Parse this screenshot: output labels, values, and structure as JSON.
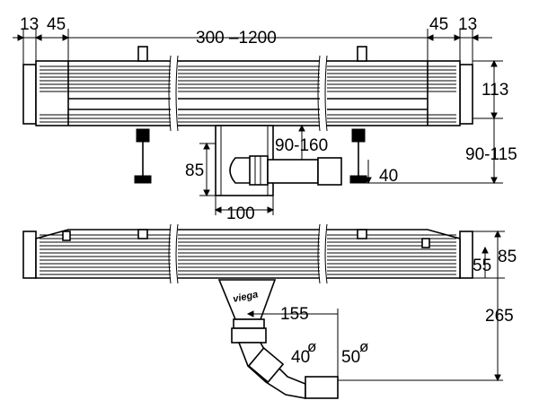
{
  "dimensions": {
    "top_left_outer": "13",
    "top_left_inner": "45",
    "length_range": "300 –1200",
    "top_right_inner": "45",
    "top_right_outer": "13",
    "channel_height": "113",
    "outlet_height": "85",
    "outlet_width": "100",
    "outlet_adjust": "90-160",
    "feet_adjust": "90-115",
    "pipe_offset": "40",
    "side_height": "85",
    "side_inner_height": "55",
    "total_depth": "265",
    "outlet_offset": "155",
    "pipe_small": "40",
    "pipe_large": "50",
    "diameter_symbol": "ø"
  },
  "logo": {
    "text": "viega"
  }
}
